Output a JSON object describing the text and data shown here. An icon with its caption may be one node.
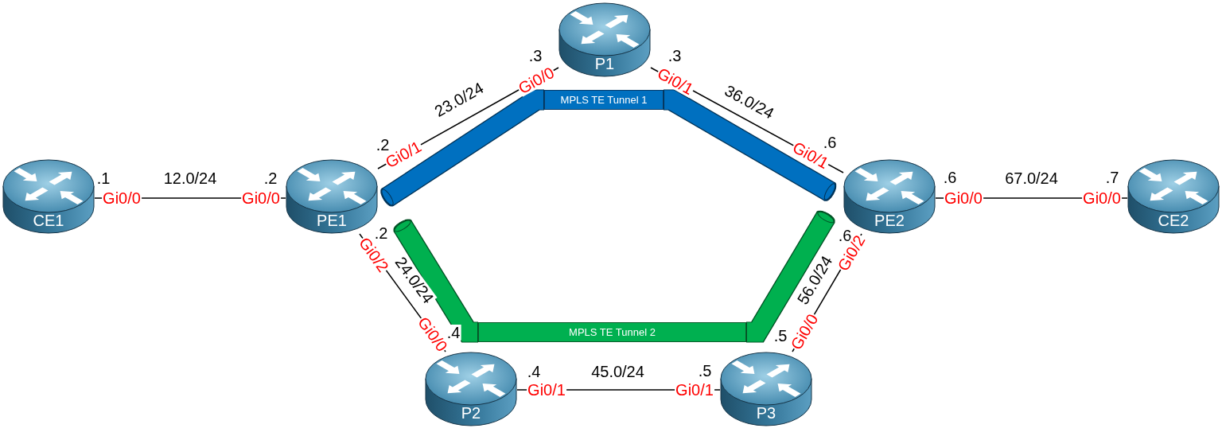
{
  "diagram": {
    "nodes": [
      {
        "text": [
          "CE1"
        ],
        "beside": [
          ".1",
          "Gi0/0"
        ]
      },
      {
        "text": [
          "PE1"
        ],
        "beside": [
          ".2",
          "Gi0/1",
          ".2",
          "Gi0/0",
          ".2",
          "Gi0/2"
        ]
      },
      {
        "text": [
          "P1"
        ],
        "beside": [
          ".3",
          "Gi0/0",
          ".3",
          "Gi0/1"
        ]
      },
      {
        "text": [
          "PE2"
        ],
        "beside": [
          ".6",
          "Gi0/1",
          ".6",
          "Gi0/0",
          ".6",
          "Gi0/2"
        ]
      },
      {
        "text": [
          "CE2"
        ],
        "beside": [
          ".7",
          "Gi0/0"
        ]
      },
      {
        "text": [
          "P2"
        ],
        "beside": [
          ".4",
          "Gi0/0",
          ".4",
          "Gi0/1"
        ]
      },
      {
        "text": [
          "P3"
        ],
        "beside": [
          ".5",
          "Gi0/0",
          ".5",
          "Gi0/1"
        ]
      },
      {
        "text": [
          "MPLS TE Tunnel 1"
        ]
      },
      {
        "text": [
          "MPLS TE Tunnel 2"
        ]
      }
    ],
    "edges": [
      {
        "from": 0,
        "to": 1,
        "arrow": "none",
        "label": "12.0/24"
      },
      {
        "from": 1,
        "to": 2,
        "arrow": "none",
        "label": "23.0/24"
      },
      {
        "from": 2,
        "to": 3,
        "arrow": "none",
        "label": "36.0/24"
      },
      {
        "from": 3,
        "to": 4,
        "arrow": "none",
        "label": "67.0/24"
      },
      {
        "from": 1,
        "to": 5,
        "arrow": "none",
        "label": "24.0/24"
      },
      {
        "from": 5,
        "to": 6,
        "arrow": "none",
        "label": "45.0/24"
      },
      {
        "from": 6,
        "to": 3,
        "arrow": "none",
        "label": "56.0/24"
      },
      {
        "from": 7,
        "to": 1,
        "arrow": "other",
        "style": "thick",
        "color": "#0070c0"
      },
      {
        "from": 7,
        "to": 3,
        "arrow": "other",
        "style": "thick",
        "color": "#0070c0"
      },
      {
        "from": 8,
        "to": 1,
        "arrow": "other",
        "style": "thick",
        "color": "#00b050"
      },
      {
        "from": 8,
        "to": 3,
        "arrow": "other",
        "style": "thick",
        "color": "#00b050"
      }
    ]
  }
}
